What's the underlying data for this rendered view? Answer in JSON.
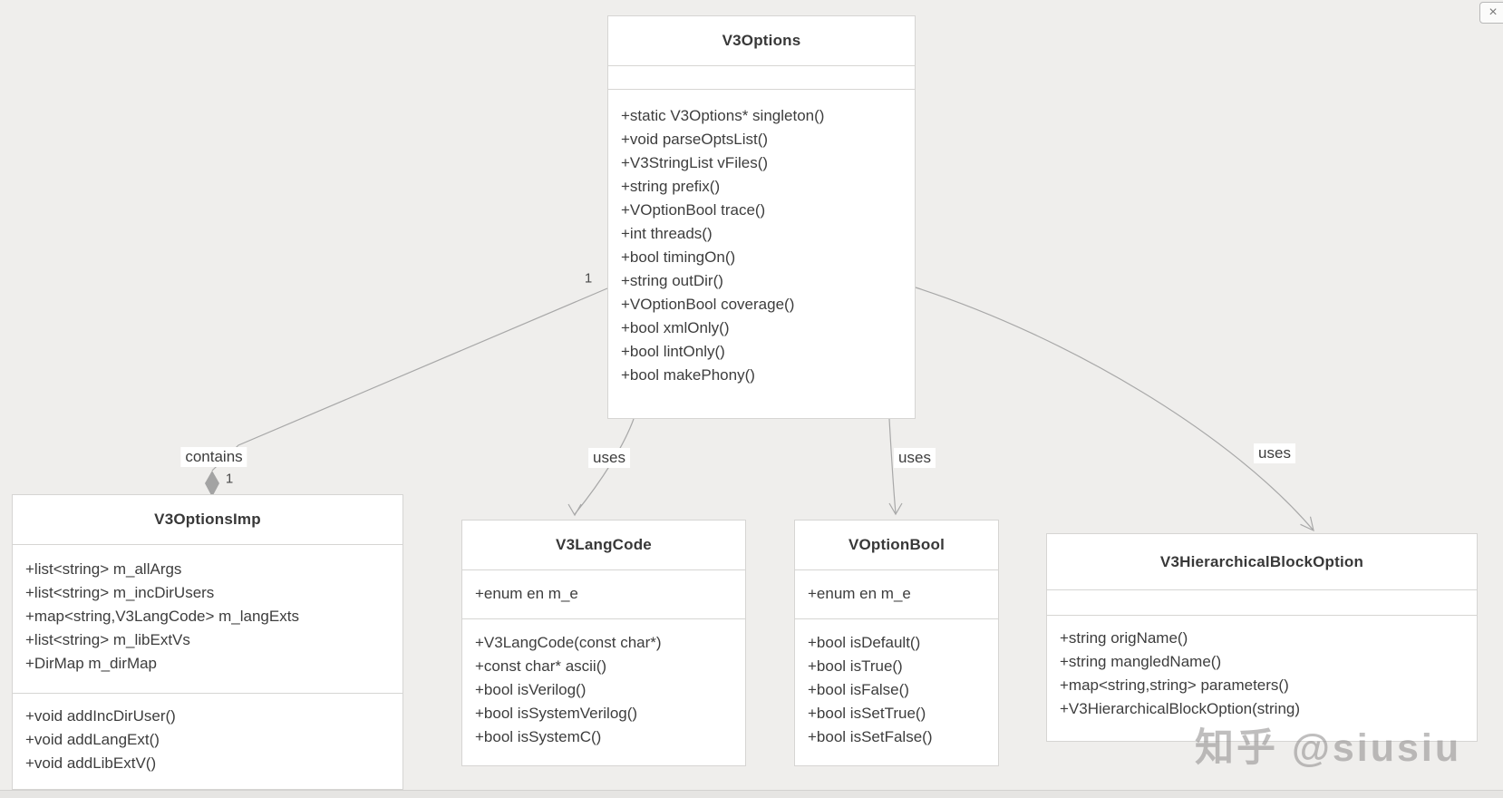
{
  "window": {
    "close_glyph": "×"
  },
  "diagram": {
    "type": "uml-class-diagram",
    "classes": {
      "v3options": {
        "name": "V3Options",
        "attributes": [],
        "methods": [
          "+static V3Options* singleton()",
          "+void parseOptsList()",
          "+V3StringList vFiles()",
          "+string prefix()",
          "+VOptionBool trace()",
          "+int threads()",
          "+bool timingOn()",
          "+string outDir()",
          "+VOptionBool coverage()",
          "+bool xmlOnly()",
          "+bool lintOnly()",
          "+bool makePhony()"
        ]
      },
      "v3optionsimp": {
        "name": "V3OptionsImp",
        "attributes": [
          "+list<string> m_allArgs",
          "+list<string> m_incDirUsers",
          "+map<string,V3LangCode> m_langExts",
          "+list<string> m_libExtVs",
          "+DirMap m_dirMap"
        ],
        "methods": [
          "+void addIncDirUser()",
          "+void addLangExt()",
          "+void addLibExtV()"
        ]
      },
      "v3langcode": {
        "name": "V3LangCode",
        "attributes": [
          "+enum en m_e"
        ],
        "methods": [
          "+V3LangCode(const char*)",
          "+const char* ascii()",
          "+bool isVerilog()",
          "+bool isSystemVerilog()",
          "+bool isSystemC()"
        ]
      },
      "voptionbool": {
        "name": "VOptionBool",
        "attributes": [
          "+enum en m_e"
        ],
        "methods": [
          "+bool isDefault()",
          "+bool isTrue()",
          "+bool isFalse()",
          "+bool isSetTrue()",
          "+bool isSetFalse()"
        ]
      },
      "v3hierarchicalblockoption": {
        "name": "V3HierarchicalBlockOption",
        "attributes": [],
        "methods": [
          "+string origName()",
          "+string mangledName()",
          "+map<string,string> parameters()",
          "+V3HierarchicalBlockOption(string)"
        ]
      }
    },
    "relationships": {
      "contains": {
        "label": "contains",
        "source": "V3Options",
        "target": "V3OptionsImp",
        "source_multiplicity": "1",
        "target_multiplicity": "1",
        "kind": "aggregation-diamond"
      },
      "uses_v3langcode": {
        "label": "uses",
        "source": "V3Options",
        "target": "V3LangCode",
        "kind": "arrow"
      },
      "uses_voptionbool": {
        "label": "uses",
        "source": "V3Options",
        "target": "VOptionBool",
        "kind": "arrow"
      },
      "uses_v3hierarchicalblockoption": {
        "label": "uses",
        "source": "V3Options",
        "target": "V3HierarchicalBlockOption",
        "kind": "arrow"
      }
    }
  },
  "watermark": {
    "text": "知乎 @siusiu"
  },
  "colors": {
    "background": "#efeeec",
    "box_fill": "#ffffff",
    "box_border": "#d6d5d3",
    "text": "#3d3d3d",
    "connector": "#a8a8a8",
    "diamond_fill": "#a3a3a3",
    "watermark": "#949392"
  }
}
